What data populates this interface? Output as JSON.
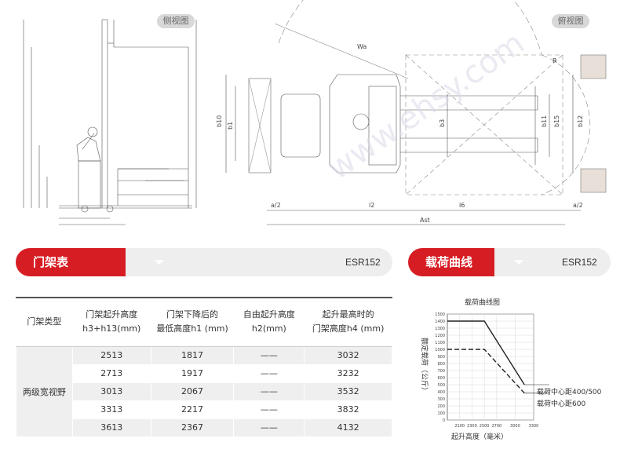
{
  "views": {
    "side_label": "侧视图",
    "top_label": "俯视图"
  },
  "dimension_labels": {
    "wa": "Wa",
    "b10": "b10",
    "b1": "b1",
    "b3": "b3",
    "b11": "b11",
    "b15": "b15",
    "b12": "b12",
    "l2": "l2",
    "l6": "l6",
    "ast": "Ast",
    "a2_left": "a/2",
    "a2_right": "a/2",
    "r": "R"
  },
  "watermark": "www.ehsy.com",
  "mast_section": {
    "title": "门架表",
    "model": "ESR152",
    "columns": [
      "门架类型",
      "门架起升高度\nh3+h13(mm)",
      "门架下降后的\n最低高度h1 (mm)",
      "自由起升高度\nh2(mm)",
      "起升最高时的\n门架高度h4 (mm)"
    ],
    "type_label": "两级宽视野",
    "rows": [
      [
        "2513",
        "1817",
        "——",
        "3032"
      ],
      [
        "2713",
        "1917",
        "——",
        "3232"
      ],
      [
        "3013",
        "2067",
        "——",
        "3532"
      ],
      [
        "3313",
        "2217",
        "——",
        "3832"
      ],
      [
        "3613",
        "2367",
        "——",
        "4132"
      ]
    ]
  },
  "load_section": {
    "title": "载荷曲线",
    "model": "ESR152"
  },
  "chart_data": {
    "type": "line",
    "title": "载荷曲线图",
    "xlabel": "起升高度（毫米）",
    "ylabel": "额定载荷（公斤）",
    "x_ticks": [
      2100,
      2300,
      2500,
      2700,
      3000,
      3300
    ],
    "y_ticks": [
      0,
      100,
      200,
      300,
      400,
      500,
      600,
      700,
      800,
      900,
      1000,
      1100,
      1200,
      1300,
      1400,
      1500
    ],
    "xlim": [
      1900,
      3300
    ],
    "ylim": [
      0,
      1500
    ],
    "series": [
      {
        "name": "载荷中心距400/500",
        "x": [
          1900,
          2500,
          3150
        ],
        "y": [
          1400,
          1400,
          500
        ],
        "style": "solid"
      },
      {
        "name": "载荷中心距600",
        "x": [
          1900,
          2500,
          3150
        ],
        "y": [
          1000,
          1000,
          380
        ],
        "style": "dashed"
      }
    ]
  }
}
